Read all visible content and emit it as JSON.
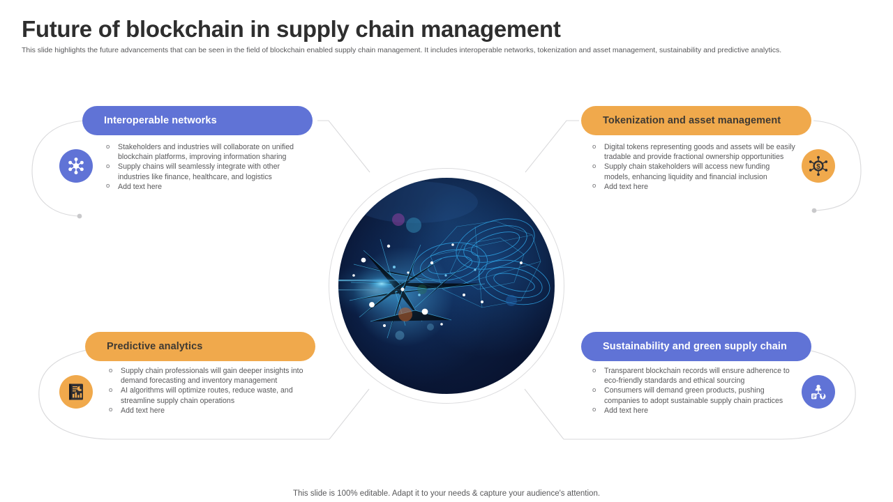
{
  "slide": {
    "title": "Future of blockchain in supply chain management",
    "subtitle": "This slide highlights the future advancements that can be seen in the field of blockchain enabled supply chain management. It includes interoperable networks, tokenization and asset management, sustainability and predictive analytics.",
    "footer": "This slide is 100% editable. Adapt it to your needs & capture your audience's attention."
  },
  "colors": {
    "blue": "#6073d6",
    "orange": "#f0a94c",
    "text": "#58585a",
    "title": "#2e2e2e",
    "line": "#d6d6d8",
    "center_dark": "#0d1f42",
    "center_accent": "#34b6ee"
  },
  "center": {
    "image_alt": "blockchain network wireframe chain visualization",
    "icon": "blockchain-network-image"
  },
  "quadrants": [
    {
      "id": "interoperable-networks",
      "position": "top-left",
      "title": "Interoperable networks",
      "pill_color": "blue",
      "badge_color": "blue",
      "icon": "network-hub-icon",
      "node_color": "blue",
      "bullets": [
        "Stakeholders and industries will collaborate on unified blockchain platforms, improving information sharing",
        "Supply chains will seamlessly integrate with other industries like finance, healthcare, and logistics",
        "Add text here"
      ]
    },
    {
      "id": "tokenization-and-asset-management",
      "position": "top-right",
      "title": "Tokenization and asset management",
      "pill_color": "orange",
      "badge_color": "orange",
      "icon": "token-dollar-hub-icon",
      "node_color": "orange",
      "bullets": [
        "Digital tokens representing goods and assets will be easily tradable and provide fractional ownership opportunities",
        "Supply chain stakeholders will access new funding models, enhancing liquidity and financial inclusion",
        "Add text here"
      ]
    },
    {
      "id": "predictive-analytics",
      "position": "bottom-left",
      "title": "Predictive analytics",
      "pill_color": "orange",
      "badge_color": "orange",
      "icon": "analytics-report-icon",
      "node_color": "orange",
      "bullets": [
        "Supply chain professionals will gain deeper insights into demand forecasting and inventory management",
        "AI  algorithms will optimize routes, reduce waste, and streamline supply chain operations",
        "Add text here"
      ]
    },
    {
      "id": "sustainability-and-green-supply-chain",
      "position": "bottom-right",
      "title": "Sustainability and green supply chain",
      "pill_color": "blue",
      "badge_color": "blue",
      "icon": "stakeholder-network-icon",
      "node_color": "blue",
      "bullets": [
        "Transparent blockchain records will ensure adherence to eco-friendly standards and ethical sourcing",
        "Consumers will demand green products, pushing companies to adopt sustainable supply chain practices",
        "Add text here"
      ]
    }
  ]
}
